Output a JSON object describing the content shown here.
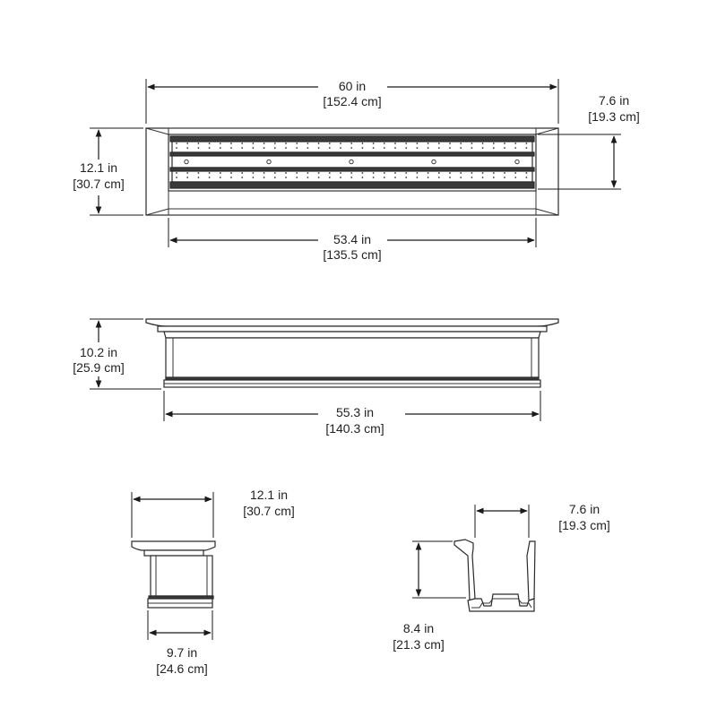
{
  "diagram": {
    "top_view": {
      "overall_length": {
        "imperial": "60 in",
        "metric": "[152.4 cm]"
      },
      "depth": {
        "imperial": "12.1 in",
        "metric": "[30.7 cm]"
      },
      "inner_depth": {
        "imperial": "7.6 in",
        "metric": "[19.3 cm]"
      },
      "inner_length": {
        "imperial": "53.4 in",
        "metric": "[135.5 cm]"
      }
    },
    "front_view": {
      "height": {
        "imperial": "10.2 in",
        "metric": "[25.9 cm]"
      },
      "base_length": {
        "imperial": "55.3 in",
        "metric": "[140.3 cm]"
      }
    },
    "side_view": {
      "top_width": {
        "imperial": "12.1 in",
        "metric": "[30.7 cm]"
      },
      "base_width": {
        "imperial": "9.7 in",
        "metric": "[24.6 cm]"
      }
    },
    "section_view": {
      "inner_width": {
        "imperial": "7.6 in",
        "metric": "[19.3 cm]"
      },
      "inner_height": {
        "imperial": "8.4 in",
        "metric": "[21.3 cm]"
      }
    }
  }
}
